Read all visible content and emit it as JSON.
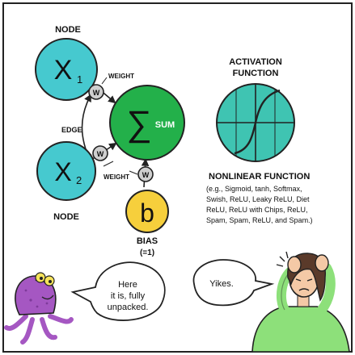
{
  "colors": {
    "node": "#46c9cf",
    "sum": "#23b04a",
    "bias": "#f6cf3c",
    "activation": "#3fc4b2",
    "weight_circle": "#cfcfcf",
    "octopus": "#a557c2",
    "person_shirt": "#8de07a",
    "person_hair": "#5a3a2a",
    "skin": "#f4c9a6"
  },
  "diagram": {
    "node_label_top": "NODE",
    "node_label_bottom": "NODE",
    "x1": "X",
    "x1_sub": "1",
    "x2": "X",
    "x2_sub": "2",
    "weight_top": "WEIGHT",
    "weight_bottom": "WEIGHT",
    "w": "W",
    "edge": "EDGE",
    "sum_symbol": "∑",
    "sum_text": "SUM",
    "bias_symbol": "b",
    "bias_label": "BIAS",
    "bias_value": "(=1)"
  },
  "activation": {
    "title_line1": "ACTIVATION",
    "title_line2": "FUNCTION",
    "nonlinear_title": "NONLINEAR FUNCTION",
    "examples": [
      "(e.g., Sigmoid, tanh, Softmax,",
      "Swish, ReLU, Leaky ReLU, Diet",
      "ReLU, ReLU with Chips, ReLU,",
      "Spam, Spam, ReLU, and Spam.)"
    ]
  },
  "dialogue": {
    "octopus_speech": [
      "Here",
      "it is, fully",
      "unpacked."
    ],
    "person_speech": "Yikes."
  },
  "icons": [
    "octopus-character",
    "stressed-person-character"
  ]
}
